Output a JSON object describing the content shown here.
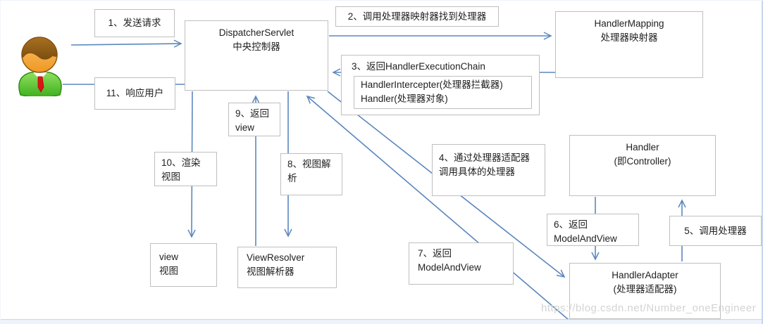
{
  "diagram": {
    "title_implicit": "Spring MVC DispatcherServlet 流程图",
    "watermark": "https://blog.csdn.net/Number_oneEngineer",
    "nodes": {
      "dispatcher": {
        "line1": "DispatcherServlet",
        "line2": "中央控制器"
      },
      "handler_mapping": {
        "line1": "HandlerMapping",
        "line2": "处理器映射器"
      },
      "handler": {
        "line1": "Handler",
        "line2": "(即Controller)"
      },
      "handler_adapter": {
        "line1": "HandlerAdapter",
        "line2": "(处理器适配器)"
      },
      "view": {
        "line1": "view",
        "line2": "视图"
      },
      "view_resolver": {
        "line1": "ViewResolver",
        "line2": "视图解析器"
      }
    },
    "steps": {
      "s1": {
        "line1": "1、发送请求"
      },
      "s2": {
        "line1": "2、调用处理器映射器找到处理器"
      },
      "s3": {
        "title": "3、返回HandlerExecutionChain",
        "inner1": "HandlerIntercepter(处理器拦截器)",
        "inner2": "Handler(处理器对象)"
      },
      "s4": {
        "line1": "4、通过处理器适配器",
        "line2": "调用具体的处理器"
      },
      "s5": {
        "line1": "5、调用处理器"
      },
      "s6": {
        "line1": "6、返回",
        "line2": "ModelAndView"
      },
      "s7": {
        "line1": "7、返回",
        "line2": "ModelAndView"
      },
      "s8": {
        "line1": "8、视图解",
        "line2": "析"
      },
      "s9": {
        "line1": "9、返回",
        "line2": "view"
      },
      "s10": {
        "line1": "10、渲染",
        "line2": "视图"
      },
      "s11": {
        "line1": "11、响应用户"
      }
    },
    "colors": {
      "arrow": "#5b87bd",
      "box_border": "#bfbfbf",
      "text": "#1f1f1f",
      "watermark": "#d3d3d3",
      "actor_body": "#54c22e",
      "actor_hair": "#96611c",
      "actor_face": "#f2a33c",
      "actor_tie": "#dd1414"
    }
  }
}
